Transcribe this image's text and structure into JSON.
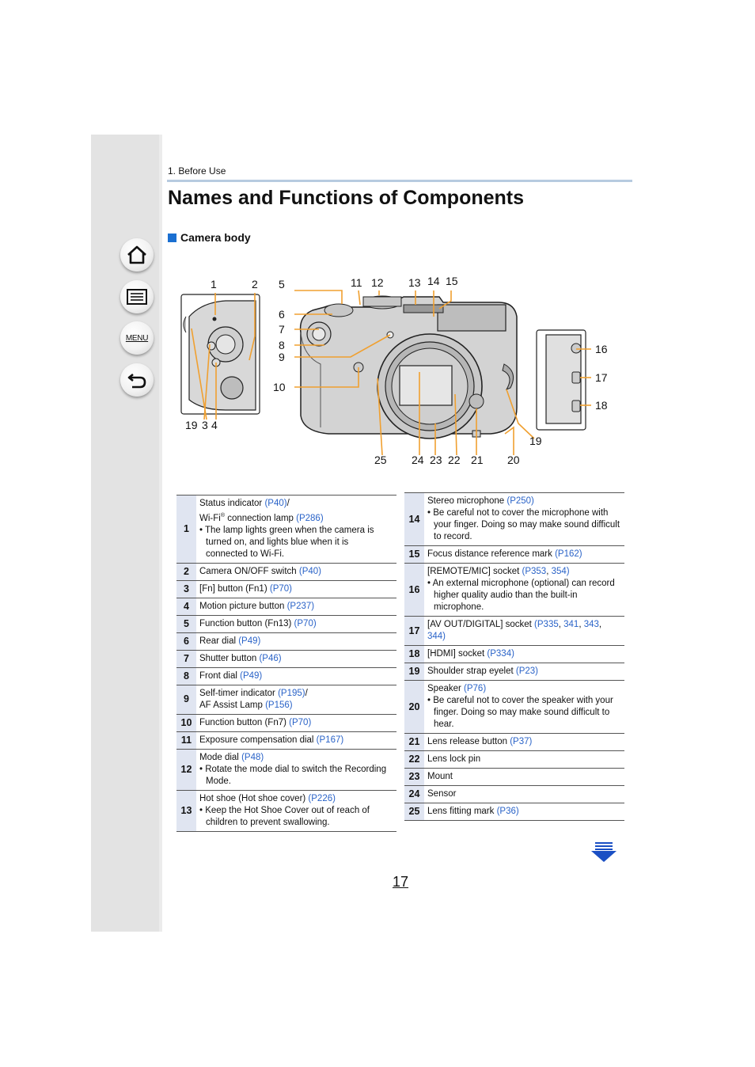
{
  "breadcrumb": "1. Before Use",
  "title": "Names and Functions of Components",
  "section": "Camera body",
  "nav": {
    "menu_label": "MENU"
  },
  "page_number": "17",
  "figure": {
    "callouts": [
      "1",
      "2",
      "5",
      "6",
      "7",
      "8",
      "9",
      "10",
      "11",
      "12",
      "13",
      "14",
      "15",
      "16",
      "17",
      "18",
      "19",
      "3",
      "4",
      "19",
      "25",
      "24",
      "23",
      "22",
      "21",
      "20"
    ]
  },
  "left_items": [
    {
      "num": "1",
      "lines": [
        [
          {
            "t": "Status indicator "
          },
          {
            "t": "(P40)",
            "ref": true
          },
          {
            "t": "/"
          }
        ],
        [
          {
            "t": "Wi-Fi"
          },
          {
            "t": "®",
            "sup": true
          },
          {
            "t": " connection lamp "
          },
          {
            "t": "(P286)",
            "ref": true
          }
        ]
      ],
      "notes": [
        "The lamp lights green when the camera is turned on, and lights blue when it is connected to Wi-Fi."
      ]
    },
    {
      "num": "2",
      "lines": [
        [
          {
            "t": "Camera ON/OFF switch "
          },
          {
            "t": "(P40)",
            "ref": true
          }
        ]
      ]
    },
    {
      "num": "3",
      "lines": [
        [
          {
            "t": "[Fn] button (Fn1) "
          },
          {
            "t": "(P70)",
            "ref": true
          }
        ]
      ]
    },
    {
      "num": "4",
      "lines": [
        [
          {
            "t": "Motion picture button "
          },
          {
            "t": "(P237)",
            "ref": true
          }
        ]
      ]
    },
    {
      "num": "5",
      "lines": [
        [
          {
            "t": "Function button (Fn13) "
          },
          {
            "t": "(P70)",
            "ref": true
          }
        ]
      ]
    },
    {
      "num": "6",
      "lines": [
        [
          {
            "t": "Rear dial "
          },
          {
            "t": "(P49)",
            "ref": true
          }
        ]
      ]
    },
    {
      "num": "7",
      "lines": [
        [
          {
            "t": "Shutter button "
          },
          {
            "t": "(P46)",
            "ref": true
          }
        ]
      ]
    },
    {
      "num": "8",
      "lines": [
        [
          {
            "t": "Front dial "
          },
          {
            "t": "(P49)",
            "ref": true
          }
        ]
      ]
    },
    {
      "num": "9",
      "lines": [
        [
          {
            "t": "Self-timer indicator "
          },
          {
            "t": "(P195)",
            "ref": true
          },
          {
            "t": "/"
          }
        ],
        [
          {
            "t": "AF Assist Lamp "
          },
          {
            "t": "(P156)",
            "ref": true
          }
        ]
      ]
    },
    {
      "num": "10",
      "lines": [
        [
          {
            "t": "Function button (Fn7) "
          },
          {
            "t": "(P70)",
            "ref": true
          }
        ]
      ]
    },
    {
      "num": "11",
      "lines": [
        [
          {
            "t": "Exposure compensation dial "
          },
          {
            "t": "(P167)",
            "ref": true
          }
        ]
      ]
    },
    {
      "num": "12",
      "lines": [
        [
          {
            "t": "Mode dial "
          },
          {
            "t": "(P48)",
            "ref": true
          }
        ]
      ],
      "notes": [
        "Rotate the mode dial to switch the Recording Mode."
      ]
    },
    {
      "num": "13",
      "lines": [
        [
          {
            "t": "Hot shoe (Hot shoe cover) "
          },
          {
            "t": "(P226)",
            "ref": true
          }
        ]
      ],
      "notes": [
        "Keep the Hot Shoe Cover out of reach of children to prevent swallowing."
      ]
    }
  ],
  "right_items": [
    {
      "num": "14",
      "lines": [
        [
          {
            "t": "Stereo microphone "
          },
          {
            "t": "(P250)",
            "ref": true
          }
        ]
      ],
      "notes": [
        "Be careful not to cover the microphone with your finger. Doing so may make sound difficult to record."
      ]
    },
    {
      "num": "15",
      "lines": [
        [
          {
            "t": "Focus distance reference mark "
          },
          {
            "t": "(P162)",
            "ref": true
          }
        ]
      ]
    },
    {
      "num": "16",
      "lines": [
        [
          {
            "t": "[REMOTE/MIC] socket "
          },
          {
            "t": "(P353",
            "ref": true
          },
          {
            "t": ", "
          },
          {
            "t": "354)",
            "ref": true
          }
        ]
      ],
      "notes": [
        "An external microphone (optional) can record higher quality audio than the built-in microphone."
      ]
    },
    {
      "num": "17",
      "lines": [
        [
          {
            "t": "[AV OUT/DIGITAL] socket "
          },
          {
            "t": "(P335",
            "ref": true
          },
          {
            "t": ", "
          },
          {
            "t": "341",
            "ref": true
          },
          {
            "t": ", "
          },
          {
            "t": "343",
            "ref": true
          },
          {
            "t": ", "
          },
          {
            "t": "344)",
            "ref": true
          }
        ]
      ]
    },
    {
      "num": "18",
      "lines": [
        [
          {
            "t": "[HDMI] socket "
          },
          {
            "t": "(P334)",
            "ref": true
          }
        ]
      ]
    },
    {
      "num": "19",
      "lines": [
        [
          {
            "t": "Shoulder strap eyelet "
          },
          {
            "t": "(P23)",
            "ref": true
          }
        ]
      ]
    },
    {
      "num": "20",
      "lines": [
        [
          {
            "t": "Speaker "
          },
          {
            "t": "(P76)",
            "ref": true
          }
        ]
      ],
      "notes": [
        "Be careful not to cover the speaker with your finger. Doing so may make sound difficult to hear."
      ]
    },
    {
      "num": "21",
      "lines": [
        [
          {
            "t": "Lens release button "
          },
          {
            "t": "(P37)",
            "ref": true
          }
        ]
      ]
    },
    {
      "num": "22",
      "lines": [
        [
          {
            "t": "Lens lock pin"
          }
        ]
      ]
    },
    {
      "num": "23",
      "lines": [
        [
          {
            "t": "Mount"
          }
        ]
      ]
    },
    {
      "num": "24",
      "lines": [
        [
          {
            "t": "Sensor"
          }
        ]
      ]
    },
    {
      "num": "25",
      "lines": [
        [
          {
            "t": "Lens fitting mark "
          },
          {
            "t": "(P36)",
            "ref": true
          }
        ]
      ]
    }
  ],
  "colors": {
    "accent": "#1a6fd1",
    "link": "#2a63c8",
    "callout": "#f0a030",
    "number_cell": "#e0e5f1"
  }
}
